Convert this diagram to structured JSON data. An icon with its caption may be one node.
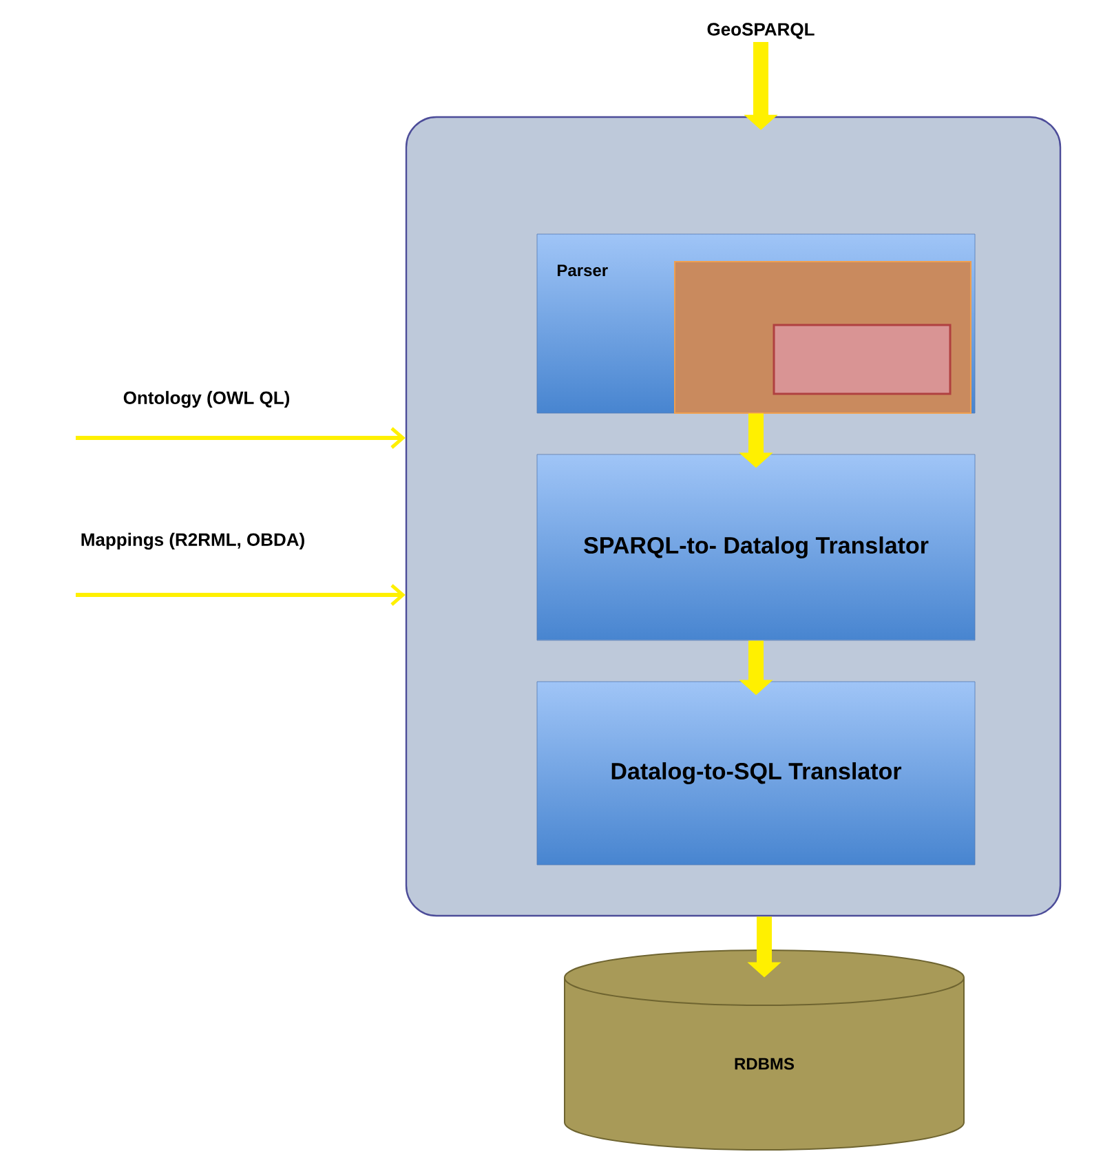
{
  "diagram": {
    "nodes": [
      {
        "text": [
          "GeoSPARQL"
        ]
      },
      {
        "text": [],
        "shape": "box"
      },
      {
        "text": [
          "Parser"
        ],
        "in": 1
      },
      {
        "text": [],
        "shape": "box",
        "in": 2
      },
      {
        "text": [],
        "shape": "box",
        "in": 3
      },
      {
        "text": [
          "SPARQL-to- Datalog Translator"
        ],
        "in": 1
      },
      {
        "text": [
          "Datalog-to-SQL Translator"
        ],
        "in": 1
      },
      {
        "text": [
          "RDBMS"
        ]
      }
    ],
    "edges": [
      {
        "from": 0,
        "to": 1,
        "arrow": "to"
      },
      {
        "from": 2,
        "to": 5,
        "arrow": "to"
      },
      {
        "from": 5,
        "to": 6,
        "arrow": "to"
      },
      {
        "from": 1,
        "to": 7,
        "arrow": "to"
      },
      {
        "from": null,
        "to": 1,
        "arrow": "to",
        "label": "Ontology (OWL QL)"
      },
      {
        "from": null,
        "to": 1,
        "arrow": "to",
        "label": "Mappings (R2RML, OBDA)"
      }
    ]
  }
}
